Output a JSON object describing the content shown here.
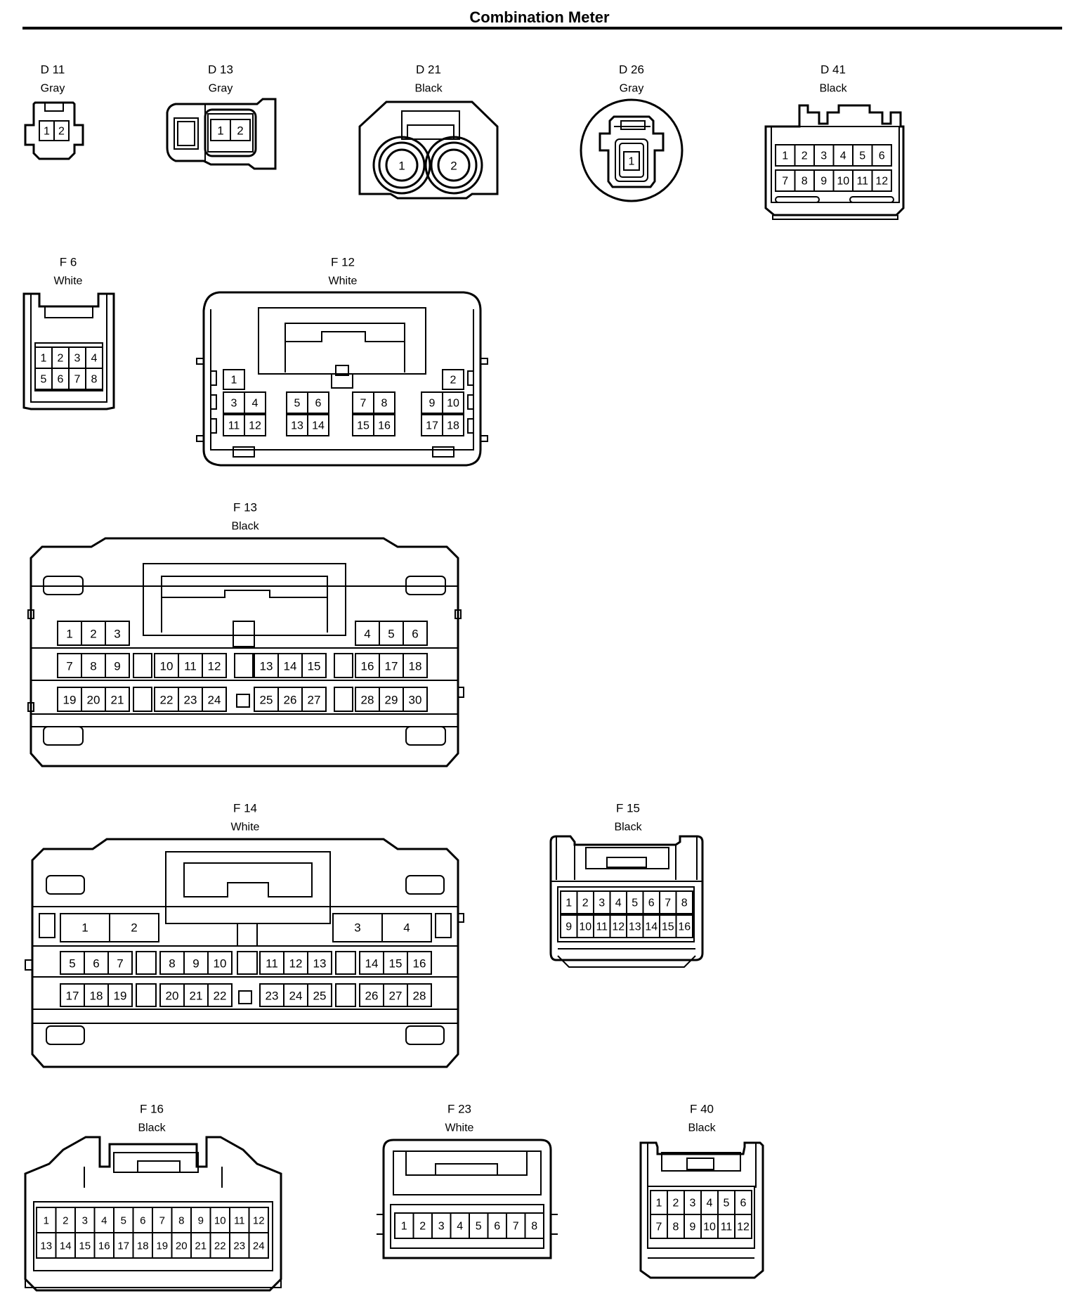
{
  "title": "Combination Meter",
  "connectors": [
    {
      "id": "d11",
      "code": "D 11",
      "color": "Gray"
    },
    {
      "id": "d13",
      "code": "D 13",
      "color": "Gray"
    },
    {
      "id": "d21",
      "code": "D 21",
      "color": "Black"
    },
    {
      "id": "d26",
      "code": "D 26",
      "color": "Gray"
    },
    {
      "id": "d41",
      "code": "D 41",
      "color": "Black"
    },
    {
      "id": "f6",
      "code": "F 6",
      "color": "White"
    },
    {
      "id": "f12",
      "code": "F 12",
      "color": "White"
    },
    {
      "id": "f13",
      "code": "F 13",
      "color": "Black"
    },
    {
      "id": "f14",
      "code": "F 14",
      "color": "White"
    },
    {
      "id": "f15",
      "code": "F 15",
      "color": "Black"
    },
    {
      "id": "f16",
      "code": "F 16",
      "color": "Black"
    },
    {
      "id": "f23",
      "code": "F 23",
      "color": "White"
    },
    {
      "id": "f40",
      "code": "F 40",
      "color": "Black"
    }
  ]
}
